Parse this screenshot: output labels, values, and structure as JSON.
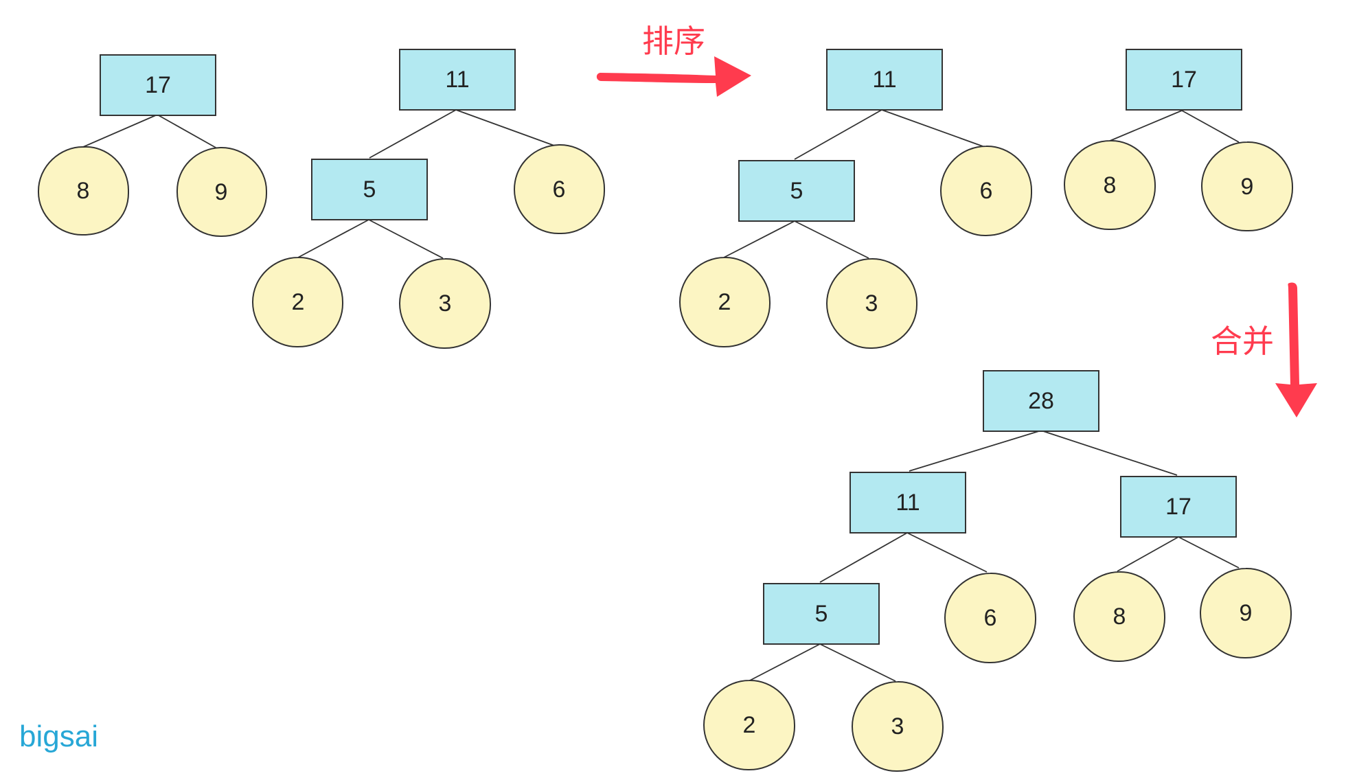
{
  "steps": {
    "sort_label": "排序",
    "merge_label": "合并"
  },
  "watermark": "bigsai",
  "colors": {
    "rect_fill": "#b3e9f1",
    "circle_fill": "#fcf5c3",
    "arrow": "#ff3b4e",
    "watermark": "#27a7d6"
  },
  "stages": {
    "before_sort": {
      "tree_a": {
        "root": "17",
        "left": "8",
        "right": "9"
      },
      "tree_b": {
        "root": "11",
        "left": "5",
        "right": "6",
        "left_left": "2",
        "left_right": "3"
      }
    },
    "after_sort": {
      "tree_a": {
        "root": "11",
        "left": "5",
        "right": "6",
        "left_left": "2",
        "left_right": "3"
      },
      "tree_b": {
        "root": "17",
        "left": "8",
        "right": "9"
      }
    },
    "merged": {
      "root": "28",
      "left": "11",
      "right": "17",
      "left_left": "5",
      "left_right": "6",
      "left_left_left": "2",
      "left_left_right": "3",
      "right_left": "8",
      "right_right": "9"
    }
  }
}
